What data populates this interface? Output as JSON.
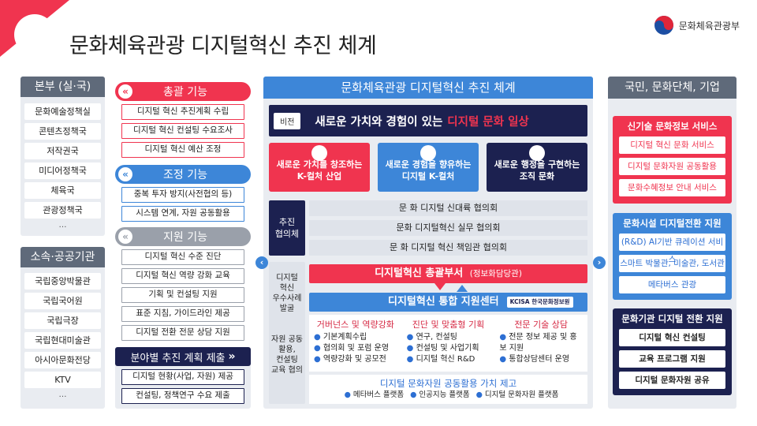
{
  "title": "문화체육관광 디지털혁신 추진 체계",
  "logo_text": "문화체육관광부",
  "left_top": {
    "header": "본부 (실·국)",
    "items": [
      "문화예술정책실",
      "콘텐츠정책국",
      "저작권국",
      "미디어정책국",
      "체육국",
      "관광정책국"
    ],
    "more": "…"
  },
  "left_bottom": {
    "header": "소속·공공기관",
    "items": [
      "국립중앙박물관",
      "국립국어원",
      "국립극장",
      "국립현대미술관",
      "아시아문화전당",
      "KTV"
    ],
    "more": "…"
  },
  "sections": {
    "general": {
      "label": "총괄 기능",
      "items": [
        "디지털 혁신 추진계획 수립",
        "디지털 혁신 컨설팅 수요조사",
        "디지털 혁신 예산 조정"
      ]
    },
    "coord": {
      "label": "조정 기능",
      "items": [
        "중복 투자 방지(사전협의 등)",
        "시스템 연계, 자원 공동활용"
      ]
    },
    "support": {
      "label": "지원 기능",
      "items": [
        "디지털 혁신 수준 진단",
        "디지털 혁신 역량 강화 교육",
        "기획 및 컨설팅 지원",
        "표준 지침, 가이드라인 제공",
        "디지털 전환 전문 상담 지원"
      ]
    },
    "submit": {
      "label": "분야별 추진 계획 제출",
      "items": [
        "디지털 현황(사업, 자원) 제공",
        "컨설팅, 정책연구 수요 제출"
      ]
    }
  },
  "center": {
    "header": "문화체육관광 디지털혁신 추진 체계",
    "vision_tag": "비전",
    "vision_text": "새로운 가치와 경험이 있는",
    "vision_highlight": "디지털 문화 일상",
    "pillars": [
      {
        "l1": "새로운 가치를 창조하는",
        "l2": "K-컬처 산업",
        "color": "#f0344f"
      },
      {
        "l1": "새로운 경험을 향유하는",
        "l2": "디지털 K-컬처",
        "color": "#3d86d8"
      },
      {
        "l1": "새로운 행정을 구현하는",
        "l2": "조직 문화",
        "color": "#1c2150"
      }
    ],
    "council_label": "추진\n협의체",
    "councils": [
      "문 화  디지털 신대륙 협의회",
      "문화 디지털혁신 실무 협의회",
      "문 화  디지털 혁신 책임관 협의회"
    ],
    "side_label_1": "디지털\n혁신\n우수사례\n발굴",
    "side_label_2": "자원 공동\n활용,\n컨설팅\n교육 협의",
    "hq_title": "디지털혁신 총괄부서",
    "hq_sub": "(정보화담당관)",
    "center_title": "디지털혁신 통합 지원센터",
    "kcisa": "KCISA 한국문화정보원",
    "col1_title": "거버넌스 및 역량강화",
    "col1_items": [
      "기본계획수립",
      "협의회 및 포럼 운영",
      "역량강화 및 공모전"
    ],
    "col2_title": "진단 및 맞춤형 기획",
    "col2_items": [
      "연구, 컨설팅",
      "컨설팅 및 사업기획",
      "디지털 혁신 R&D"
    ],
    "col3_title": "전문 기술 상담",
    "col3_items": [
      "전문 정보 제공 및 홍보 지원",
      "통합상담센터 운영"
    ],
    "bottom_title": "디지털 문화자원 공동활용 가치 제고",
    "bottom_items": [
      "메타버스 플랫폼",
      "인공지능 플랫폼",
      "디지털 문화자원 플랫폼"
    ]
  },
  "right": {
    "header": "국민, 문화단체, 기업",
    "group1": {
      "title": "신기술 문화정보 서비스",
      "items": [
        "디지털 혁신 문화 서비스",
        "디지털 문화자원 공동활용",
        "문화수혜정보 안내 서비스"
      ]
    },
    "group2": {
      "title": "문화시설 디지털전환 지원",
      "items": [
        "(R&D) AI기반 큐레이션 서비스",
        "스마트 박물관, 미술관, 도서관",
        "메타버스 관광"
      ]
    },
    "group3": {
      "title": "문화기관 디지털 전환 지원",
      "items": [
        "디지털 혁신 컨설팅",
        "교육 프로그램 지원",
        "디지털 문화자원 공유"
      ]
    }
  },
  "colors": {
    "red": "#f0344f",
    "blue": "#3d86d8",
    "navy": "#1c2150",
    "gray": "#5f6a7a"
  }
}
